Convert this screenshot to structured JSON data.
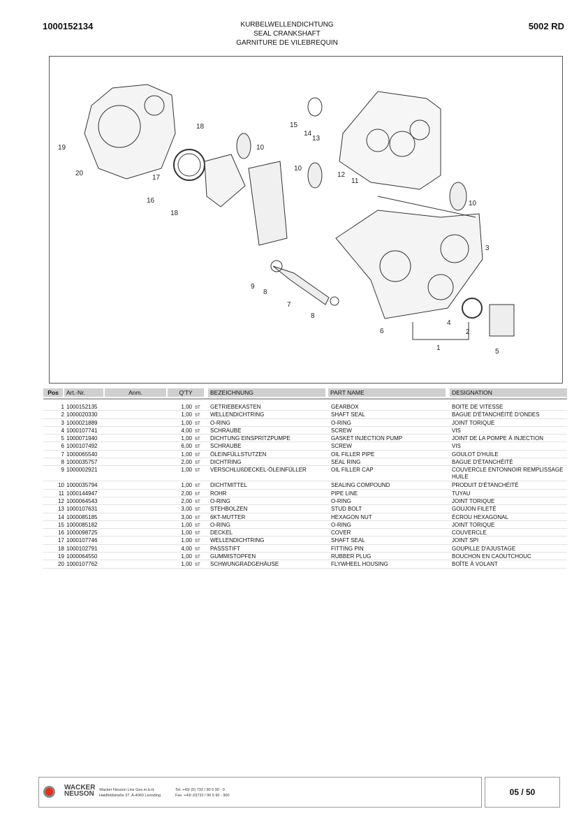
{
  "header": {
    "doc_number": "1000152134",
    "model": "5002 RD",
    "title_de": "KURBELWELLENDICHTUNG",
    "title_en": "SEAL CRANKSHAFT",
    "title_fr": "GARNITURE DE VILEBREQUIN"
  },
  "diagram": {
    "callouts": [
      "18",
      "19",
      "20",
      "17",
      "16",
      "18",
      "10",
      "15",
      "14",
      "13",
      "10",
      "12",
      "11",
      "10",
      "3",
      "9",
      "8",
      "7",
      "8",
      "4",
      "2",
      "6",
      "1",
      "5"
    ]
  },
  "table": {
    "headers": {
      "pos": "Pos",
      "art": "Art.-Nr.",
      "anm": "Anm.",
      "qty": "Q'TY",
      "de": "BEZEICHNUNG",
      "en": "PART NAME",
      "fr": "DESIGNATION"
    },
    "rows": [
      {
        "pos": "1",
        "art": "1000152135",
        "qty": "1,00",
        "unit": "ST",
        "de": "GETRIEBEKASTEN",
        "en": "GEARBOX",
        "fr": "BOITE DE VITESSE"
      },
      {
        "pos": "2",
        "art": "1000020330",
        "qty": "1,00",
        "unit": "ST",
        "de": "WELLENDICHTRING",
        "en": "SHAFT SEAL",
        "fr": "BAGUE D'ÉTANCHÉITÉ D'ONDES"
      },
      {
        "pos": "3",
        "art": "1000021889",
        "qty": "1,00",
        "unit": "ST",
        "de": "O-RING",
        "en": "O-RING",
        "fr": "JOINT TORIQUE"
      },
      {
        "pos": "4",
        "art": "1000107741",
        "qty": "4,00",
        "unit": "ST",
        "de": "SCHRAUBE",
        "en": "SCREW",
        "fr": "VIS"
      },
      {
        "pos": "5",
        "art": "1000071940",
        "qty": "1,00",
        "unit": "ST",
        "de": "DICHTUNG EINSPRITZPUMPE",
        "en": "GASKET INJECTION PUMP",
        "fr": "JOINT DE LA POMPE À INJECTION"
      },
      {
        "pos": "6",
        "art": "1000107492",
        "qty": "6,00",
        "unit": "ST",
        "de": "SCHRAUBE",
        "en": "SCREW",
        "fr": "VIS"
      },
      {
        "pos": "7",
        "art": "1000065540",
        "qty": "1,00",
        "unit": "ST",
        "de": "ÖLEINFÜLLSTUTZEN",
        "en": "OIL FILLER PIPE",
        "fr": "GOULOT D'HUILE"
      },
      {
        "pos": "8",
        "art": "1000035757",
        "qty": "2,00",
        "unit": "ST",
        "de": "DICHTRING",
        "en": "SEAL RING",
        "fr": "BAGUE D'ÉTANCHÉITÉ"
      },
      {
        "pos": "9",
        "art": "1000002921",
        "qty": "1,00",
        "unit": "ST",
        "de": "VERSCHLUßDECKEL-ÖLEINFÜLLER",
        "en": "OIL FILLER CAP",
        "fr": "COUVERCLE ENTONNOIR REMPLISSAGE HUILE"
      },
      {
        "pos": "10",
        "art": "1000035794",
        "qty": "1,00",
        "unit": "ST",
        "de": "DICHTMITTEL",
        "en": "SEALING COMPOUND",
        "fr": "PRODUIT D'ÉTANCHÉITÉ"
      },
      {
        "pos": "11",
        "art": "1000144947",
        "qty": "2,00",
        "unit": "ST",
        "de": "ROHR",
        "en": "PIPE LINE",
        "fr": "TUYAU"
      },
      {
        "pos": "12",
        "art": "1000064543",
        "qty": "2,00",
        "unit": "ST",
        "de": "O-RING",
        "en": "O-RING",
        "fr": "JOINT TORIQUE"
      },
      {
        "pos": "13",
        "art": "1000107631",
        "qty": "3,00",
        "unit": "ST",
        "de": "STEHBOLZEN",
        "en": "STUD BOLT",
        "fr": "GOUJON FILETÉ"
      },
      {
        "pos": "14",
        "art": "1000085185",
        "qty": "3,00",
        "unit": "ST",
        "de": "6KT-MUTTER",
        "en": "HEXAGON NUT",
        "fr": "ÉCROU HEXAGONAL"
      },
      {
        "pos": "15",
        "art": "1000085182",
        "qty": "1,00",
        "unit": "ST",
        "de": "O-RING",
        "en": "O-RING",
        "fr": "JOINT TORIQUE"
      },
      {
        "pos": "16",
        "art": "1000098725",
        "qty": "1,00",
        "unit": "ST",
        "de": "DECKEL",
        "en": "COVER",
        "fr": "COUVERCLE"
      },
      {
        "pos": "17",
        "art": "1000107746",
        "qty": "1,00",
        "unit": "ST",
        "de": "WELLENDICHTRING",
        "en": "SHAFT SEAL",
        "fr": "JOINT SPI"
      },
      {
        "pos": "18",
        "art": "1000102791",
        "qty": "4,00",
        "unit": "ST",
        "de": "PASSSTIFT",
        "en": "FITTING PIN",
        "fr": "GOUPILLE D'AJUSTAGE"
      },
      {
        "pos": "19",
        "art": "1000064550",
        "qty": "1,00",
        "unit": "ST",
        "de": "GUMMISTOPFEN",
        "en": "RUBBER PLUG",
        "fr": "BOUCHON EN CAOUTCHOUC"
      },
      {
        "pos": "20",
        "art": "1000107762",
        "qty": "1,00",
        "unit": "ST",
        "de": "SCHWUNGRADGEHÄUSE",
        "en": "FLYWHEEL HOUSING",
        "fr": "BOÎTE À VOLANT"
      }
    ]
  },
  "footer": {
    "brand_line1": "WACKER",
    "brand_line2": "NEUSON",
    "company": "Wacker Neuson Linz  Ges.m.b.H.",
    "address": "Haidfeldstraße 37, A-4060 Leonding",
    "tel": "Tel. +43/ (0) 732 / 90 5 90 - 0",
    "fax": "Fax. +43/ (0)732 / 90 5 90 - 900",
    "page": "05 / 50"
  }
}
